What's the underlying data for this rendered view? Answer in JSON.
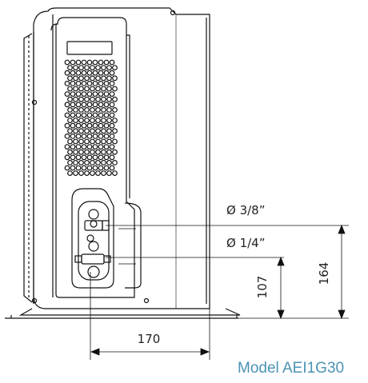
{
  "dimensions": {
    "pipe_large": "Ø 3/8”",
    "pipe_small": "Ø 1/4”",
    "height_large": "164",
    "height_small": "107",
    "width": "170"
  },
  "caption": {
    "model": "Model AEI1G30"
  },
  "colors": {
    "line": "#111111",
    "caption": "#4a93b4"
  }
}
